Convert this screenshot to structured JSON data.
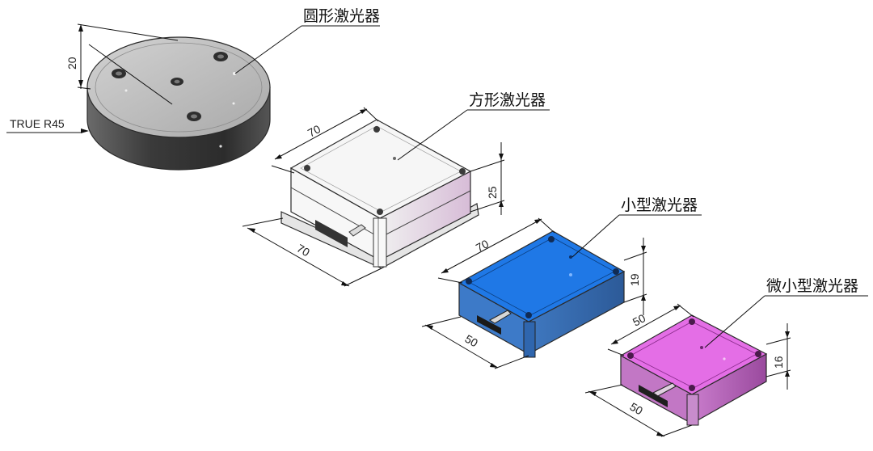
{
  "labels": {
    "round": "圆形激光器",
    "square": "方形激光器",
    "small": "小型激光器",
    "micro": "微小型激光器"
  },
  "dimensions": {
    "round_height": "20",
    "round_radius": "TRUE R45",
    "square_depth": "70",
    "square_width": "70",
    "square_height": "25",
    "small_depth": "70",
    "small_width": "50",
    "small_height": "19",
    "micro_depth": "50",
    "micro_width": "50",
    "micro_height": "16"
  },
  "colors": {
    "round_top": "#b9b9b9",
    "round_side": "#3e3e3e",
    "square_top": "#f4f4f4",
    "square_side": "#dcc8dc",
    "small_top": "#1f78e6",
    "small_side": "#2e64a8",
    "micro_top": "#e46ee6",
    "micro_side": "#b25ab6"
  }
}
